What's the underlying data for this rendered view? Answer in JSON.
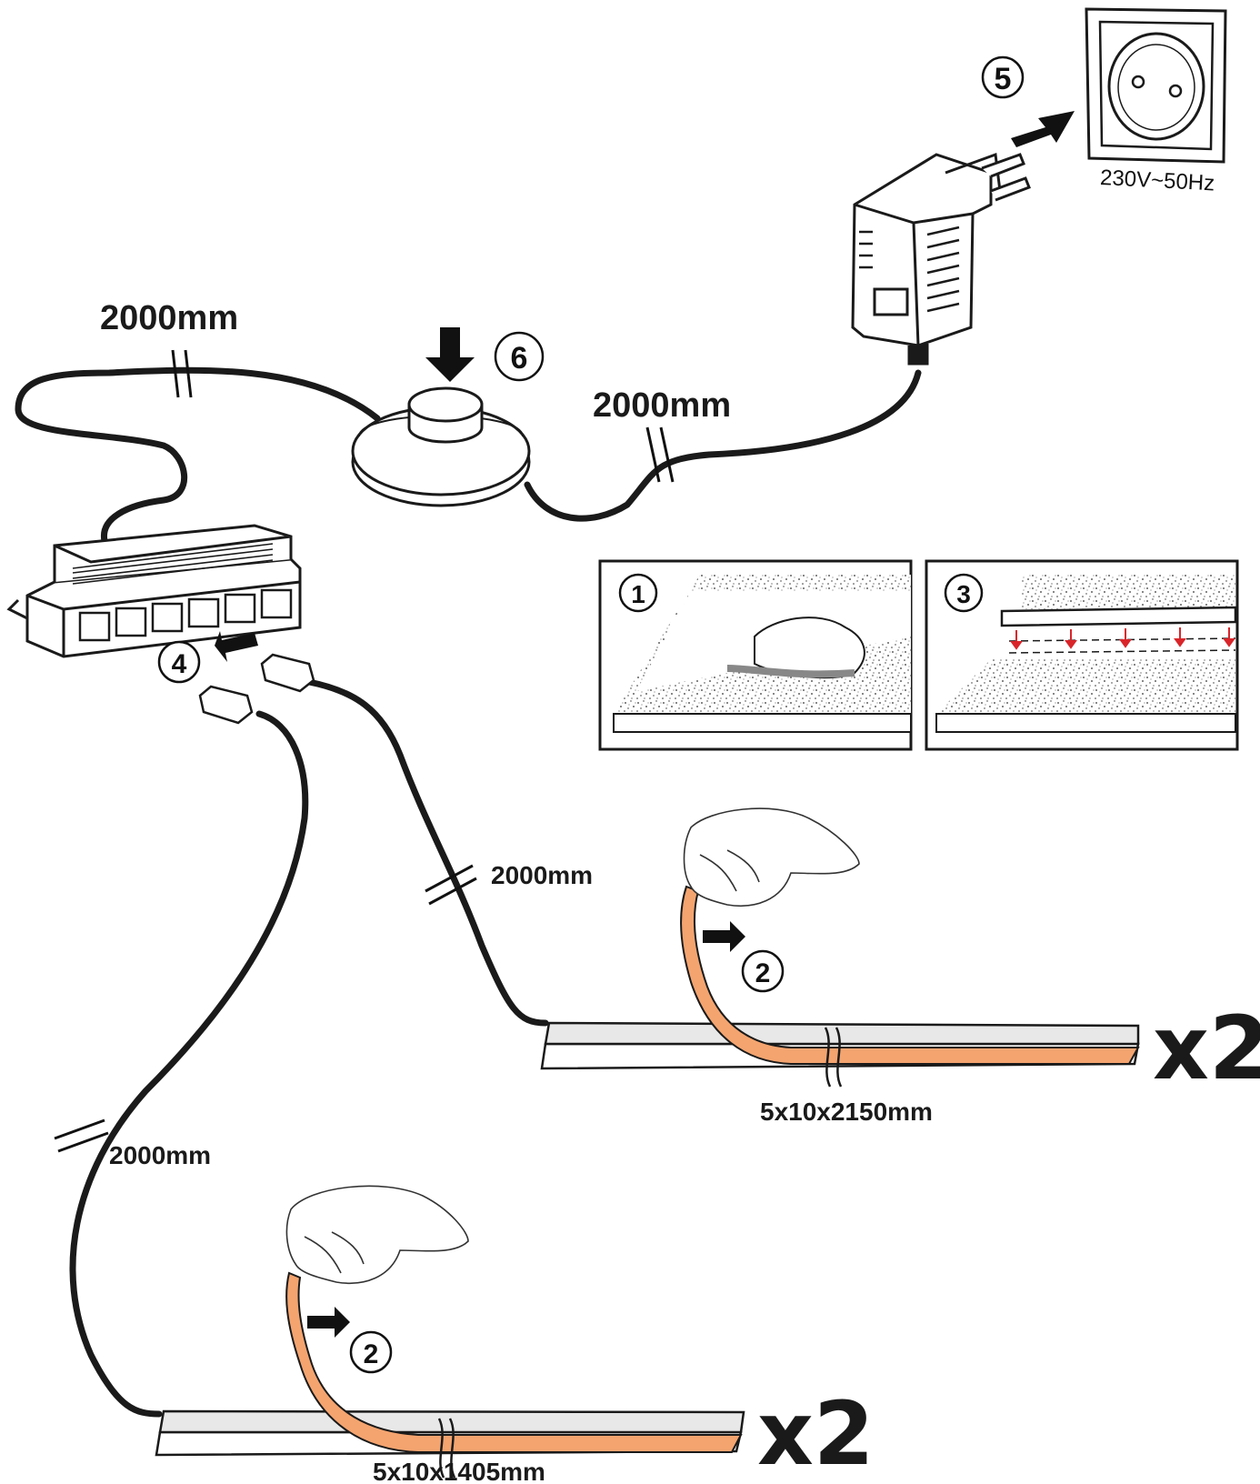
{
  "cable_lengths": {
    "cable_top_left": "2000mm",
    "cable_top_mid": "2000mm",
    "cable_strip_upper": "2000mm",
    "cable_strip_lower": "2000mm"
  },
  "socket": {
    "voltage_label": "230V~50Hz"
  },
  "steps": {
    "step1": "1",
    "step2_upper": "2",
    "step2_lower": "2",
    "step3": "3",
    "step4": "4",
    "step5": "5",
    "step6": "6"
  },
  "strips": {
    "upper": {
      "size": "5x10x2150mm",
      "multiplier": "x2",
      "color": "#f4a46f"
    },
    "lower": {
      "size": "5x10x1405mm",
      "multiplier": "x2",
      "color": "#f4a46f"
    }
  },
  "colors": {
    "cable": "#1a1a1a",
    "arrow_red": "#d9252a"
  }
}
